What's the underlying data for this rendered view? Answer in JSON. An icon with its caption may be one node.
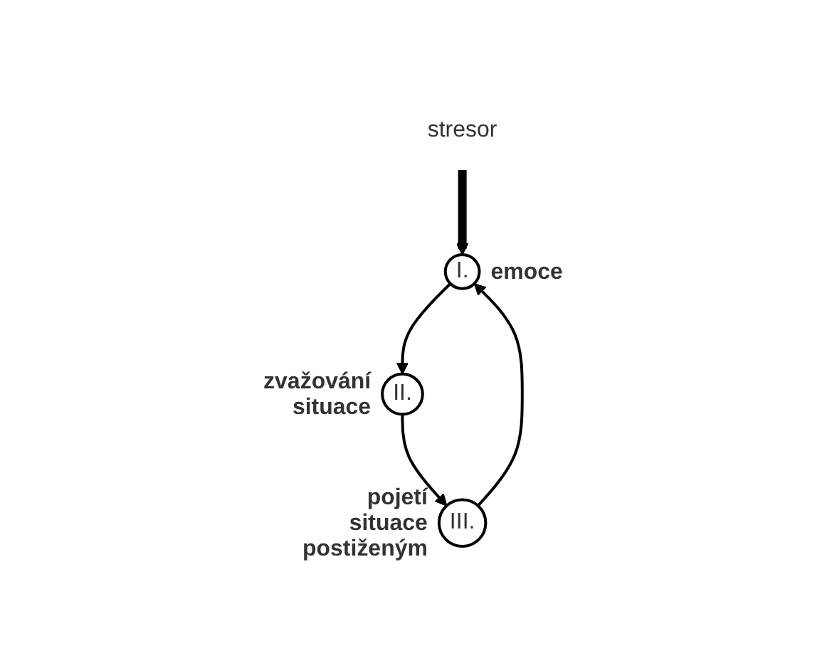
{
  "diagram": {
    "nodes": [
      {
        "text": [
          "stresor"
        ]
      },
      {
        "text": [
          "I."
        ],
        "beside": [
          "emoce"
        ]
      },
      {
        "text": [
          "II."
        ],
        "beside": [
          "zvažování situace"
        ]
      },
      {
        "text": [
          "III."
        ],
        "beside": [
          "pojetí situace postiženým"
        ]
      }
    ],
    "edges": [
      {
        "from": 0,
        "to": 1,
        "arrow": "to",
        "style": "thick"
      },
      {
        "from": 1,
        "to": 2,
        "arrow": "to"
      },
      {
        "from": 2,
        "to": 3,
        "arrow": "to"
      },
      {
        "from": 3,
        "to": 1,
        "arrow": "to"
      }
    ]
  }
}
